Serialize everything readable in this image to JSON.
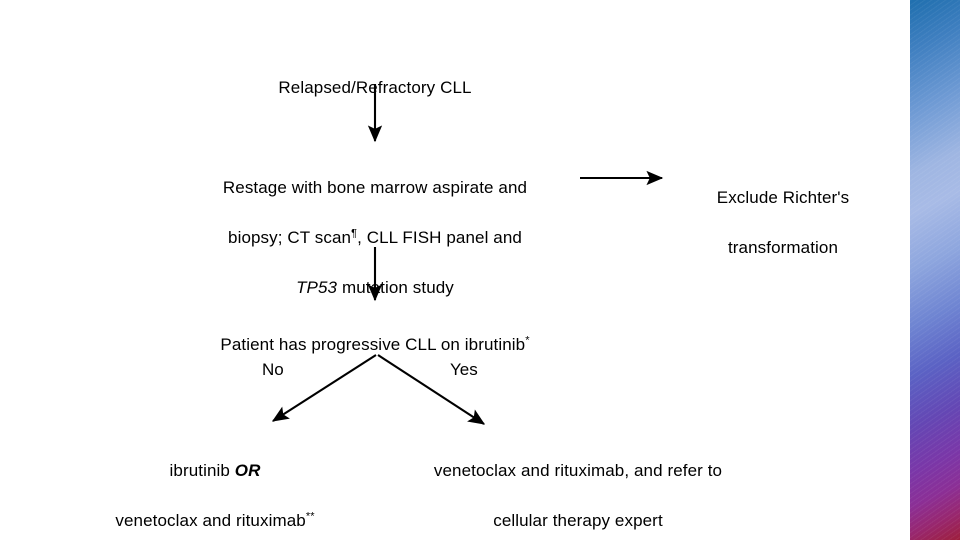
{
  "slide": {
    "background_color": "#ffffff",
    "text_color": "#000000",
    "accent_bar": {
      "name": "decorative-gradient-bar",
      "colors": [
        "#1f6fae",
        "#6e9ad4",
        "#a8bbe6",
        "#6f85d2",
        "#6447b4",
        "#8b2f96",
        "#9e1f3c"
      ]
    }
  },
  "flowchart": {
    "title": "Relapsed/Refractory CLL",
    "restage": {
      "line1": "Restage with bone marrow aspirate and",
      "line2_pre": "biopsy; CT scan",
      "line2_sup": "¶",
      "line2_post": ", CLL FISH panel and",
      "line3_italic": "TP53",
      "line3_post": " mutation study"
    },
    "richter": {
      "line1": "Exclude Richter's",
      "line2": "transformation"
    },
    "question": {
      "text": "Patient has progressive CLL on ibrutinib",
      "superscript": "*"
    },
    "branches": {
      "no_label": "No",
      "yes_label": "Yes"
    },
    "outcome_no": {
      "line1_pre": "ibrutinib ",
      "line1_emphasis": "OR",
      "line2_pre": "venetoclax and rituximab",
      "line2_sup": "**"
    },
    "outcome_yes": {
      "line1": "venetoclax and rituximab, and refer to",
      "line2": "cellular therapy expert"
    }
  }
}
